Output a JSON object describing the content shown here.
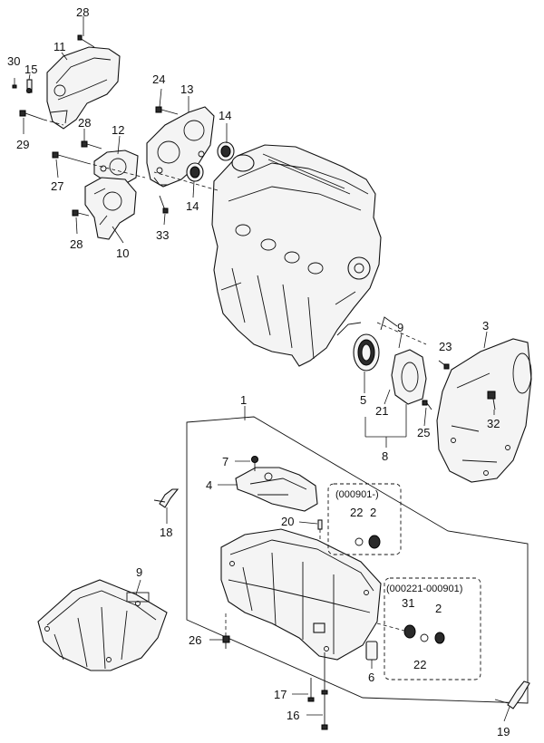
{
  "callouts": {
    "c28a": "28",
    "c11": "11",
    "c30": "30",
    "c15": "15",
    "c24": "24",
    "c13": "13",
    "c14a": "14",
    "c28b": "28",
    "c12": "12",
    "c29": "29",
    "c27": "27",
    "c14b": "14",
    "c28c": "28",
    "c33": "33",
    "c10": "10",
    "c9a": "9",
    "c23": "23",
    "c3": "3",
    "c5": "5",
    "c21": "21",
    "c25": "25",
    "c32": "32",
    "c8": "8",
    "c1": "1",
    "c7": "7",
    "c4": "4",
    "c18": "18",
    "c20": "20",
    "c9b": "9",
    "c26": "26",
    "c6": "6",
    "c17": "17",
    "c16": "16",
    "c19": "19",
    "box1_c22": "22",
    "box1_c2": "2",
    "box2_c31": "31",
    "box2_c2": "2",
    "box2_c22": "22"
  },
  "date_boxes": {
    "box1_title": "(000901-)",
    "box2_title": "(000221-000901)"
  },
  "colors": {
    "line": "#111111",
    "fill": "#f4f4f4",
    "dark": "#2a2a2a"
  }
}
